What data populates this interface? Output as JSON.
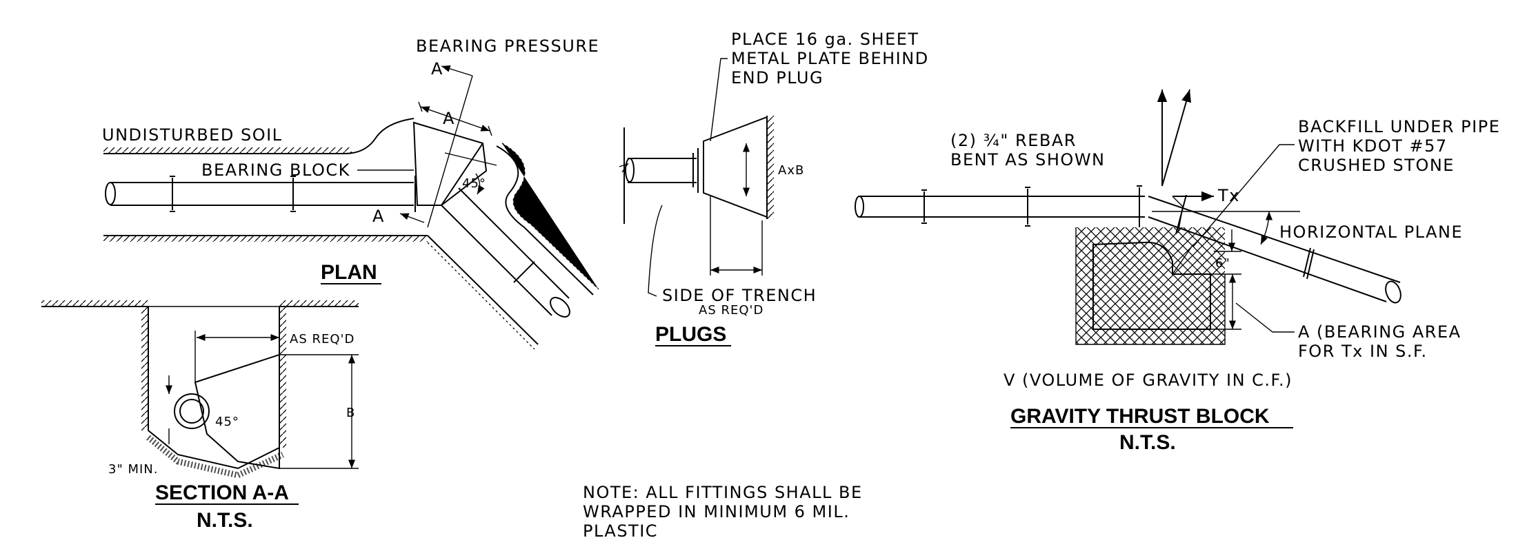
{
  "plan": {
    "bearing_pressure": "BEARING PRESSURE",
    "section_marker": "A",
    "dim_a": "A",
    "undisturbed_soil": "UNDISTURBED SOIL",
    "bearing_block": "BEARING BLOCK",
    "angle": "45°",
    "title": "PLAN"
  },
  "section": {
    "as_reqd": "AS REQ'D",
    "dim_b": "B",
    "angle": "45°",
    "min_cover": "3\" MIN.",
    "title": "SECTION A-A",
    "subtitle": "N.T.S."
  },
  "plugs": {
    "note_lines": [
      "PLACE 16 ga. SHEET",
      "METAL PLATE BEHIND",
      "END PLUG"
    ],
    "axb": "AxB",
    "side_of_trench": "SIDE OF TRENCH",
    "as_reqd": "AS REQ'D",
    "title": "PLUGS"
  },
  "gravity": {
    "rebar_lines": [
      "(2) ¾\" REBAR",
      "BENT AS SHOWN"
    ],
    "backfill_lines": [
      "BACKFILL UNDER PIPE",
      "WITH KDOT #57",
      "CRUSHED STONE"
    ],
    "tx": "Tx",
    "horizontal_plane": "HORIZONTAL PLANE",
    "six_inch": "6\"",
    "bearing_area_lines": [
      "A (BEARING AREA",
      "FOR Tx IN S.F."
    ],
    "volume": "V (VOLUME OF GRAVITY IN C.F.)",
    "title": "GRAVITY THRUST BLOCK",
    "subtitle": "N.T.S."
  },
  "note": {
    "lines": [
      "NOTE:  ALL FITTINGS SHALL BE",
      "WRAPPED IN MINIMUM 6 MIL.",
      "PLASTIC"
    ]
  }
}
